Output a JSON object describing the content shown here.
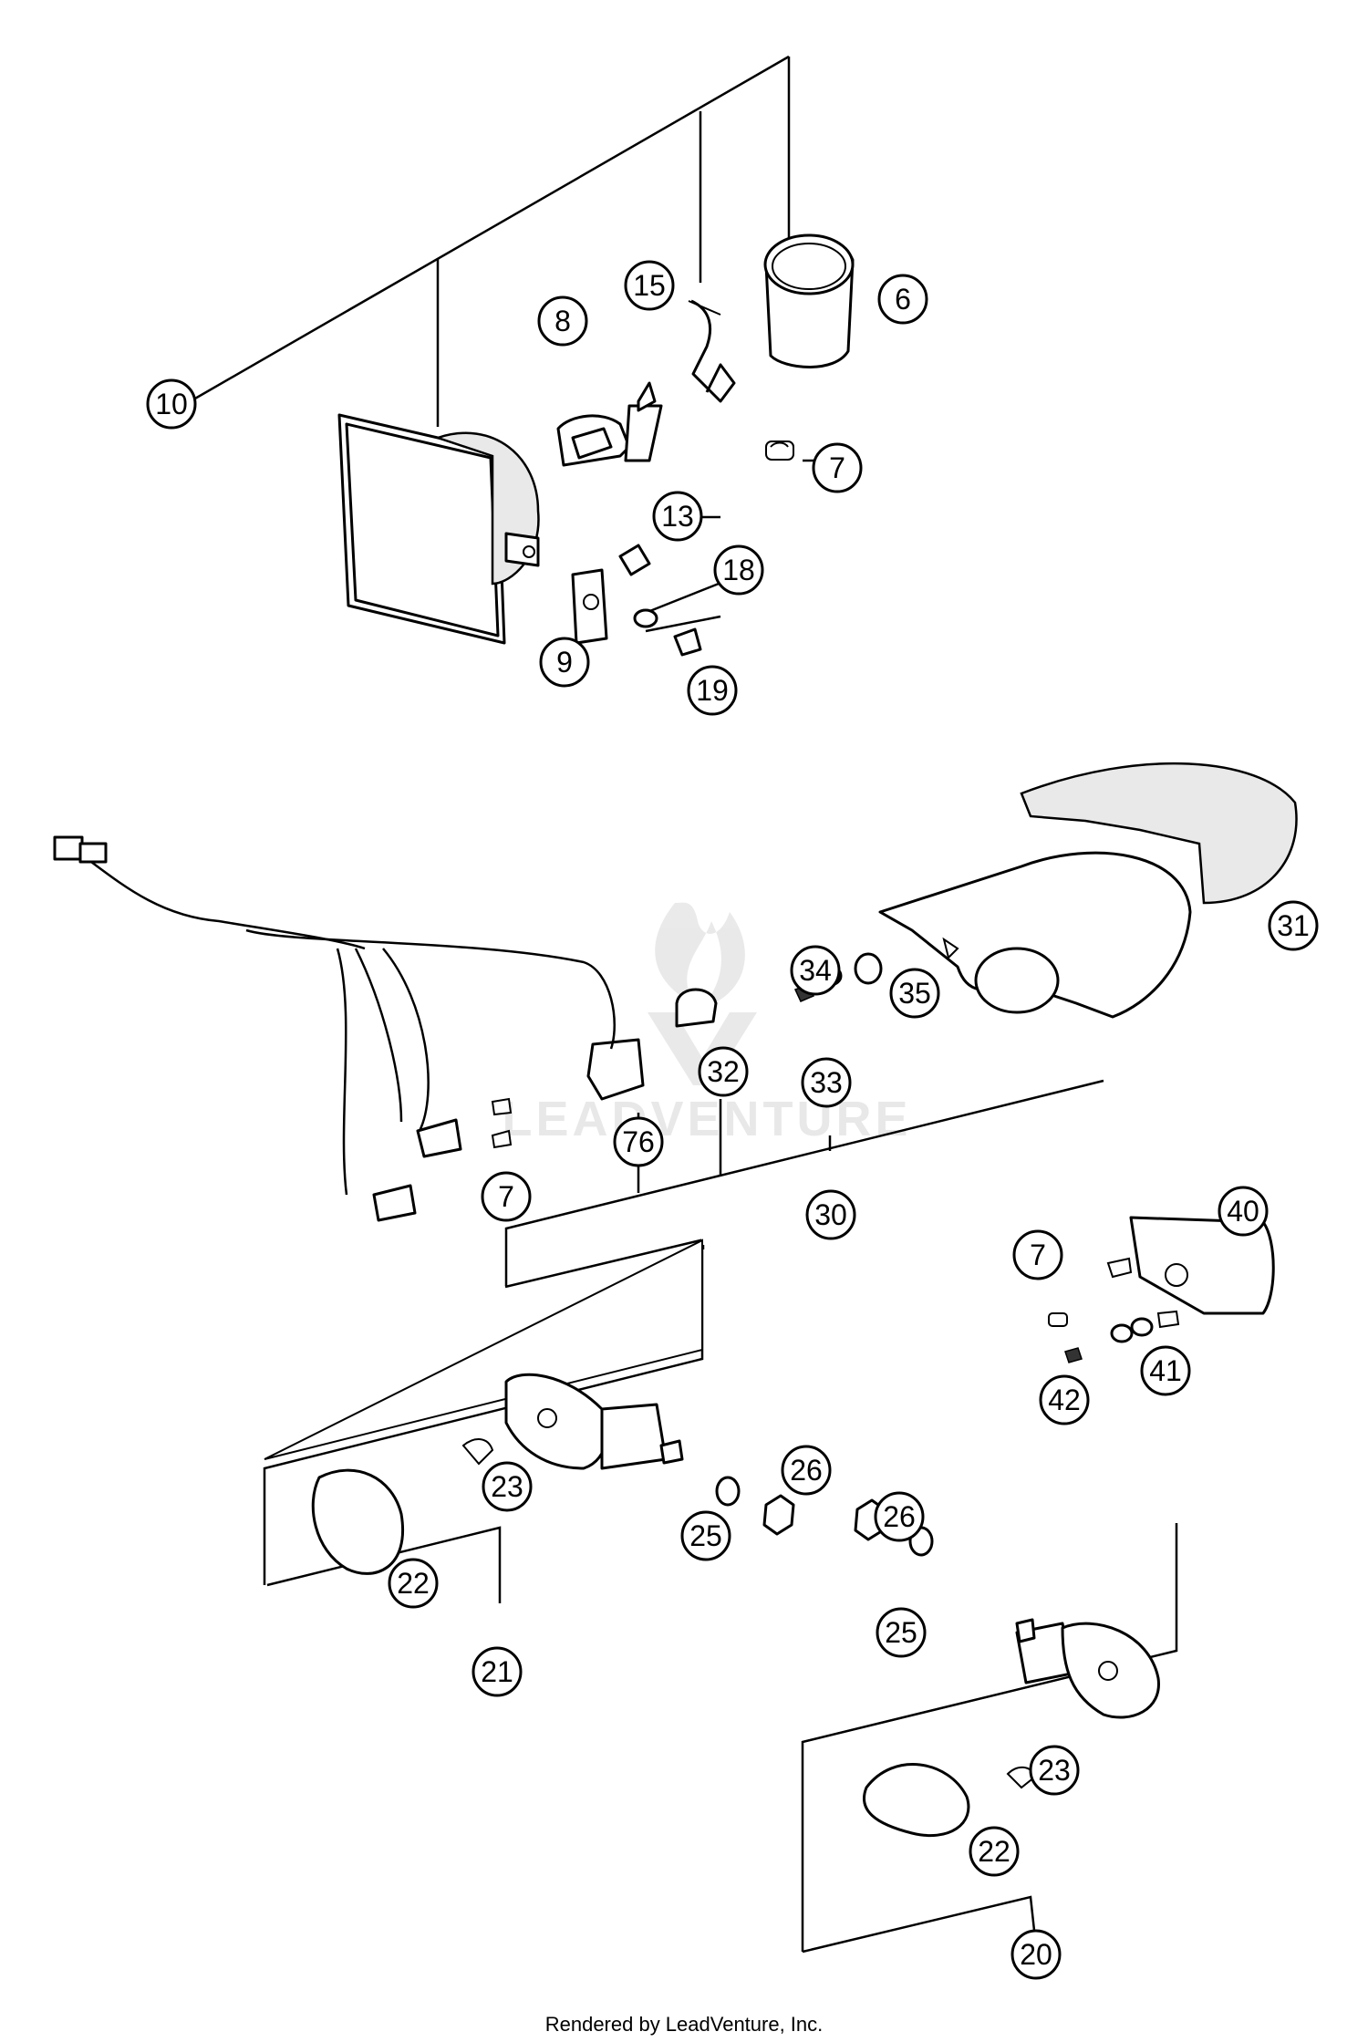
{
  "diagram": {
    "callouts": [
      "10",
      "15",
      "6",
      "8",
      "7",
      "13",
      "18",
      "9",
      "19",
      "31",
      "34",
      "35",
      "33",
      "32",
      "76",
      "30",
      "7",
      "40",
      "7",
      "41",
      "42",
      "23",
      "26",
      "25",
      "22",
      "26",
      "25",
      "21",
      "23",
      "22",
      "20"
    ],
    "watermark_text": "LEADVENTURE"
  },
  "footer": {
    "text": "Rendered by LeadVenture, Inc."
  }
}
